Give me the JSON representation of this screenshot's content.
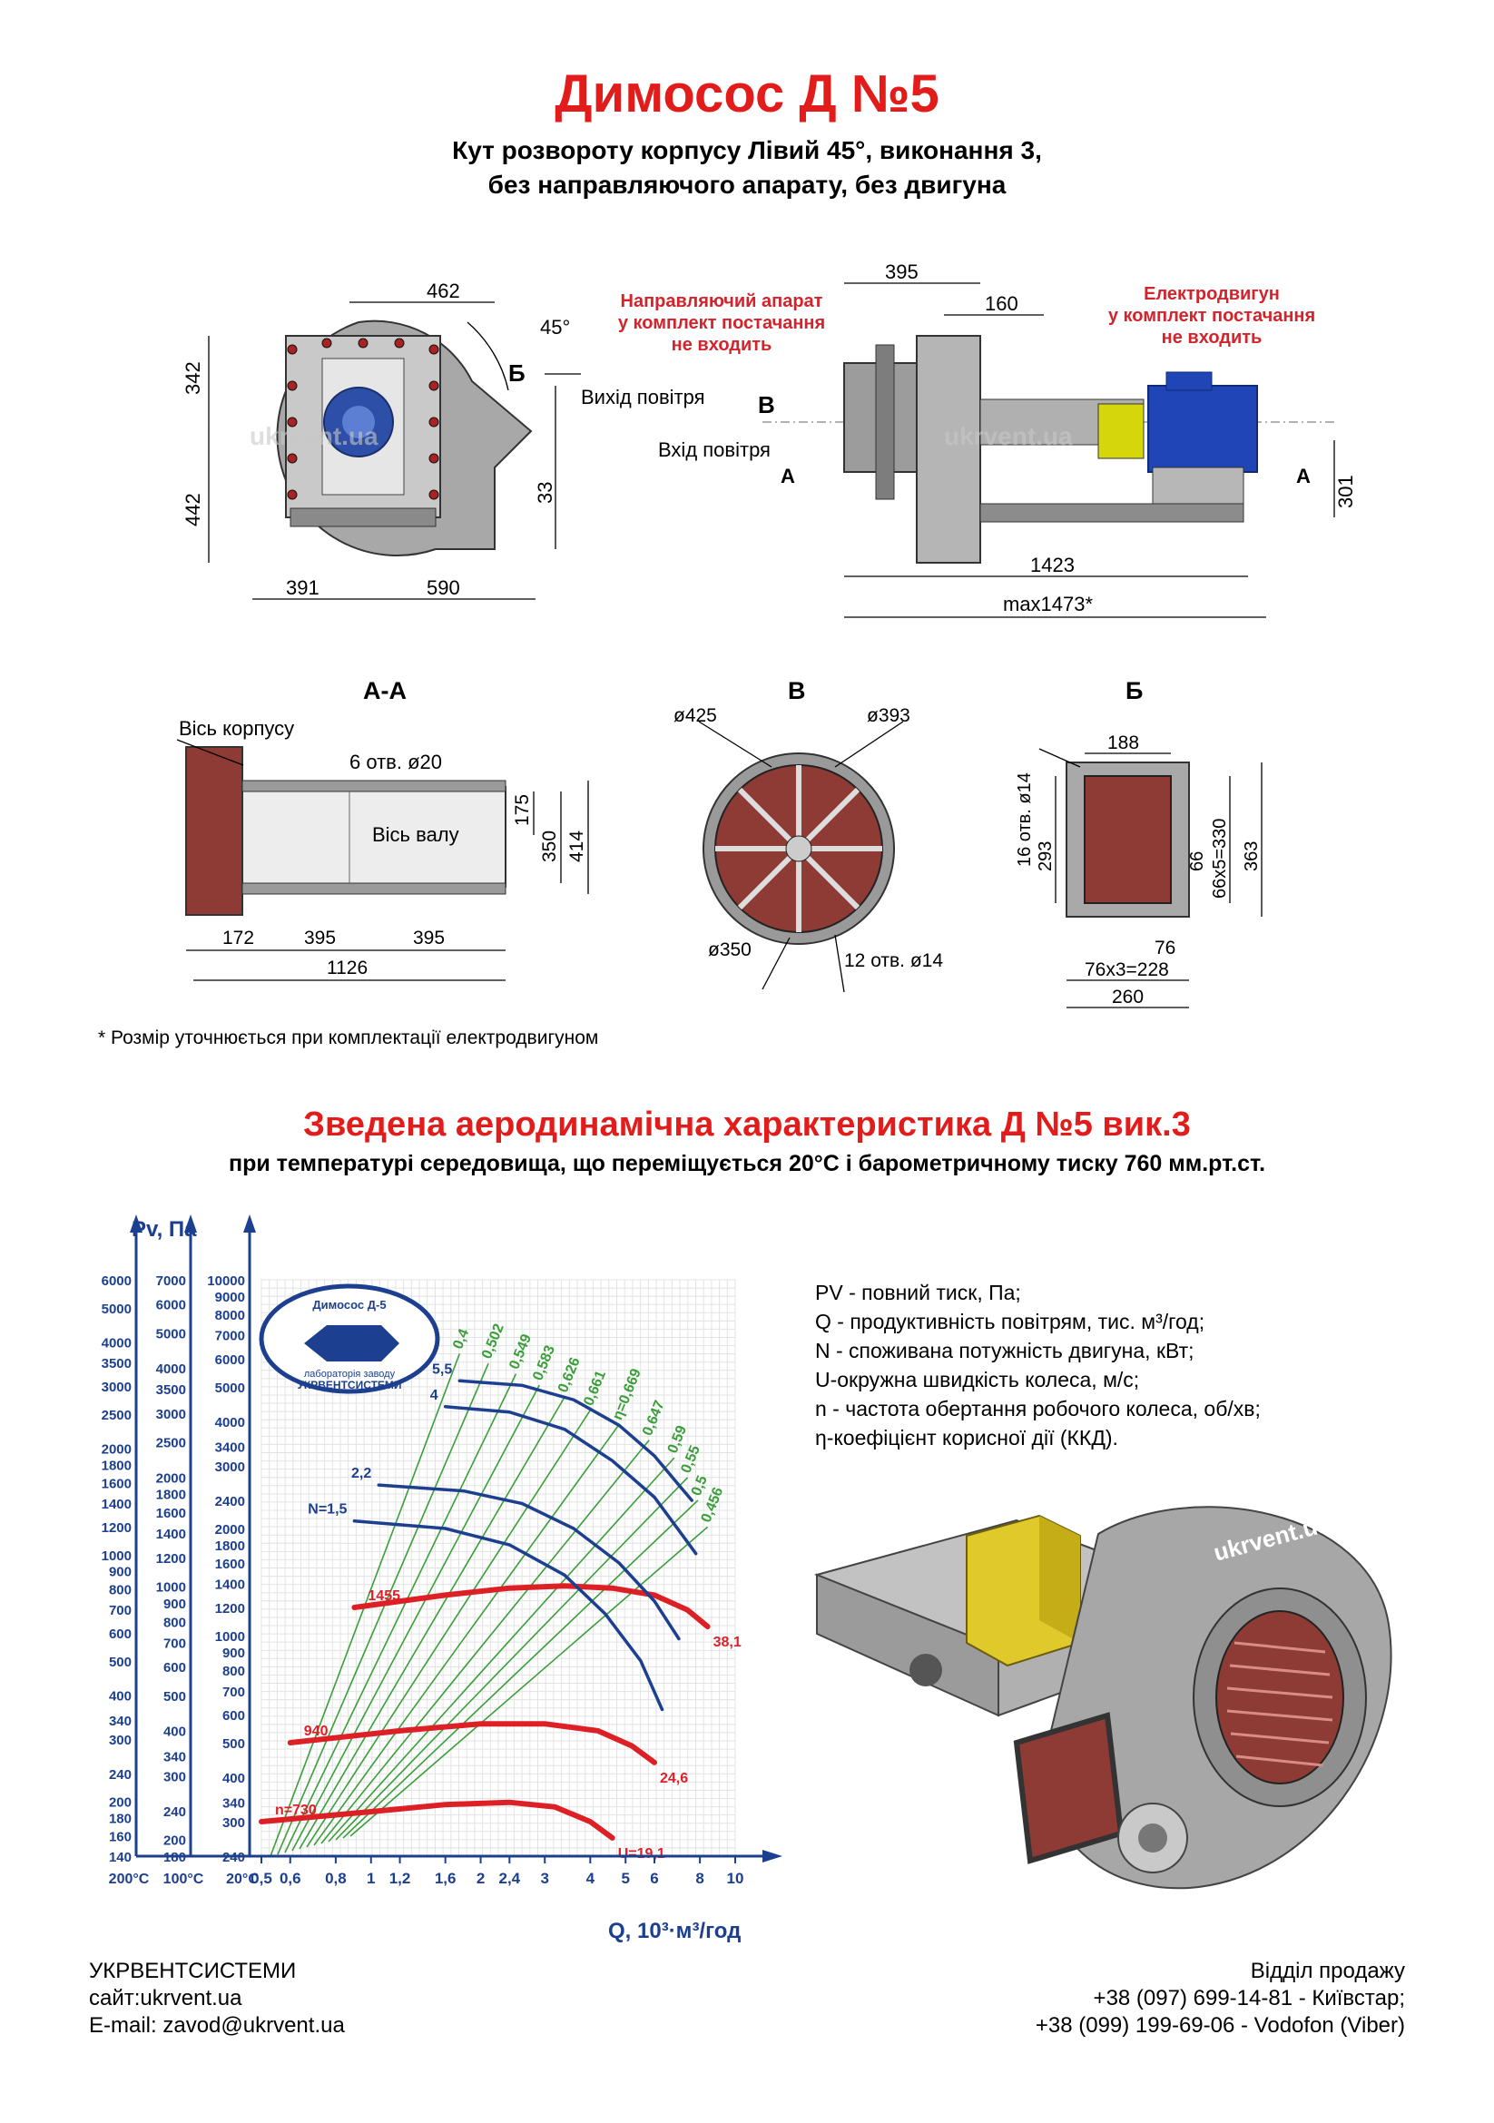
{
  "header": {
    "title": "Димосос  Д №5",
    "subtitle_line1": "Кут розвороту корпусу Лівий 45°, виконання 3,",
    "subtitle_line2": "без направляючого апарату, без двигуна"
  },
  "drawing_top": {
    "dim_462": "462",
    "dim_45": "45°",
    "dim_342": "342",
    "dim_442": "442",
    "dim_33": "33",
    "dim_391": "391",
    "dim_590": "590",
    "label_b": "Б",
    "outlet": "Вихід повітря",
    "inlet": "Вхід повітря",
    "label_v": "В",
    "label_a1": "А",
    "label_a2": "А",
    "guide_note_1": "Направляючий апарат",
    "guide_note_2": "у комплект постачання",
    "guide_note_3": "не входить",
    "motor_note_1": "Електродвигун",
    "motor_note_2": "у комплект постачання",
    "motor_note_3": "не входить",
    "dim_395": "395",
    "dim_160": "160",
    "dim_301": "301",
    "dim_1423": "1423",
    "dim_max": "max1473*",
    "watermark": "ukrvent.ua"
  },
  "sections": {
    "aa": {
      "title": "А-А",
      "axis_body": "Вісь корпусу",
      "holes": "6 отв. ø20",
      "axis_shaft": "Вісь валу",
      "d175": "175",
      "d350": "350",
      "d414": "414",
      "d172": "172",
      "d395a": "395",
      "d395b": "395",
      "d1126": "1126"
    },
    "v": {
      "title": "В",
      "d425": "ø425",
      "d393": "ø393",
      "d350": "ø350",
      "holes": "12 отв. ø14"
    },
    "b": {
      "title": "Б",
      "d188": "188",
      "holes": "16 отв. ø14",
      "d293": "293",
      "d66": "66",
      "d66x5": "66х5=330",
      "d363": "363",
      "d76": "76",
      "d76x3": "76х3=228",
      "d260": "260"
    }
  },
  "footnote": "* Розмір уточнюється при комплектації електродвигуном",
  "chart_section": {
    "title": "Зведена аеродинамічна характеристика Д №5 вик.3",
    "subtitle": "при температурі середовища, що переміщується 20°С і барометричному тиску 760 мм.рт.ст."
  },
  "legend": [
    "PV - повний тиск, Па;",
    "Q - продуктивність повітрям, тис. м³/год;",
    "N - споживана потужність двигуна, кВт;",
    "U-окружна швидкість колеса, м/с;",
    "n - частота обертання робочого колеса, об/хв;",
    "η-коефіцієнт корисної дії (ККД)."
  ],
  "chart_data": {
    "type": "line",
    "title": "",
    "ylabel": "Pv, Па",
    "xlabel": "Q, 10³·м³/год",
    "x_scale": "log",
    "y_scale": "log",
    "xlim": [
      0.5,
      10
    ],
    "x_ticks": [
      "0,5",
      "0,6",
      "0,8",
      "1",
      "1,2",
      "1,6",
      "2",
      "2,4",
      "3",
      "4",
      "5",
      "6",
      "8",
      "10"
    ],
    "x_tick_values": [
      0.5,
      0.6,
      0.8,
      1,
      1.2,
      1.6,
      2,
      2.4,
      3,
      4,
      5,
      6,
      8,
      10
    ],
    "temp_labels": [
      "200°С",
      "100°С",
      "20°С"
    ],
    "y_ticks_20C": [
      "10000",
      "9000",
      "8000",
      "7000",
      "6000",
      "5000",
      "4000",
      "3400",
      "3000",
      "2400",
      "2000",
      "1800",
      "1600",
      "1400",
      "1200",
      "1000",
      "900",
      "800",
      "700",
      "600",
      "500",
      "400",
      "340",
      "300",
      "240"
    ],
    "y_ticks_100C": [
      "7000",
      "6000",
      "5000",
      "4000",
      "3500",
      "3000",
      "2500",
      "2000",
      "1800",
      "1600",
      "1400",
      "1200",
      "1000",
      "900",
      "800",
      "700",
      "600",
      "500",
      "400",
      "340",
      "300",
      "240",
      "200",
      "180"
    ],
    "y_ticks_200C": [
      "6000",
      "5000",
      "4000",
      "3500",
      "3000",
      "2500",
      "2000",
      "1800",
      "1600",
      "1400",
      "1200",
      "1000",
      "900",
      "800",
      "700",
      "600",
      "500",
      "400",
      "340",
      "300",
      "240",
      "200",
      "180",
      "160",
      "140"
    ],
    "efficiency_labels": [
      "0,4",
      "0,502",
      "0,549",
      "0,583",
      "0,626",
      "0,661",
      "η=0,669",
      "0,647",
      "0,59",
      "0,55",
      "0,5",
      "0,456"
    ],
    "series": [
      {
        "name": "n=730",
        "type": "pressure",
        "end_label": "U=19,1",
        "color": "#dd1f26",
        "points": [
          [
            0.5,
            300
          ],
          [
            1.0,
            320
          ],
          [
            1.6,
            335
          ],
          [
            2.4,
            340
          ],
          [
            3.2,
            330
          ],
          [
            4.0,
            300
          ],
          [
            4.6,
            270
          ]
        ]
      },
      {
        "name": "940",
        "type": "pressure",
        "end_label": "24,6",
        "color": "#dd1f26",
        "points": [
          [
            0.6,
            500
          ],
          [
            1.2,
            540
          ],
          [
            2.0,
            565
          ],
          [
            3.0,
            565
          ],
          [
            4.2,
            540
          ],
          [
            5.2,
            490
          ],
          [
            6.0,
            440
          ]
        ]
      },
      {
        "name": "1455",
        "type": "pressure",
        "end_label": "38,1",
        "color": "#dd1f26",
        "points": [
          [
            0.9,
            1200
          ],
          [
            1.6,
            1300
          ],
          [
            2.4,
            1360
          ],
          [
            3.4,
            1380
          ],
          [
            4.6,
            1360
          ],
          [
            6.0,
            1300
          ],
          [
            7.4,
            1180
          ],
          [
            8.4,
            1060
          ]
        ]
      },
      {
        "name": "N=1,5",
        "type": "power",
        "color": "#1c3f8f",
        "points": [
          [
            0.9,
            2100
          ],
          [
            1.6,
            2000
          ],
          [
            2.4,
            1800
          ],
          [
            3.4,
            1480
          ],
          [
            4.4,
            1150
          ],
          [
            5.5,
            850
          ],
          [
            6.3,
            620
          ]
        ]
      },
      {
        "name": "2,2",
        "type": "power",
        "color": "#1c3f8f",
        "points": [
          [
            1.05,
            2650
          ],
          [
            1.8,
            2550
          ],
          [
            2.6,
            2350
          ],
          [
            3.6,
            2000
          ],
          [
            4.8,
            1600
          ],
          [
            6.0,
            1250
          ],
          [
            7.0,
            980
          ]
        ]
      },
      {
        "name": "4",
        "type": "power",
        "color": "#1c3f8f",
        "points": [
          [
            1.6,
            4400
          ],
          [
            2.4,
            4250
          ],
          [
            3.4,
            3800
          ],
          [
            4.6,
            3100
          ],
          [
            6.0,
            2450
          ],
          [
            7.2,
            1900
          ],
          [
            7.8,
            1700
          ]
        ]
      },
      {
        "name": "5,5",
        "type": "power",
        "color": "#1c3f8f",
        "points": [
          [
            1.75,
            5200
          ],
          [
            2.6,
            5050
          ],
          [
            3.6,
            4600
          ],
          [
            4.8,
            3900
          ],
          [
            6.0,
            3200
          ],
          [
            7.0,
            2650
          ],
          [
            7.6,
            2400
          ]
        ]
      }
    ]
  },
  "footer": {
    "company": "УКРВЕНТСИСТЕМИ",
    "site": "сайт:ukrvent.ua",
    "email": "E-mail: zavod@ukrvent.ua",
    "sales": "Відділ продажу",
    "phone1": "+38 (097) 699-14-81 - Київстар;",
    "phone2": "+38 (099) 199-69-06 - Vodofon (Viber)"
  },
  "logo": {
    "line1": "Димосос Д-5",
    "line2": "лабораторія заводу",
    "line3": "УКРВЕНТСИСТЕМИ"
  },
  "colors": {
    "red": "#e21b1b",
    "blue": "#1c3f8f",
    "green": "#3a9e3a",
    "grey_metal": "#9a9a9a",
    "brown": "#8e3b35"
  }
}
